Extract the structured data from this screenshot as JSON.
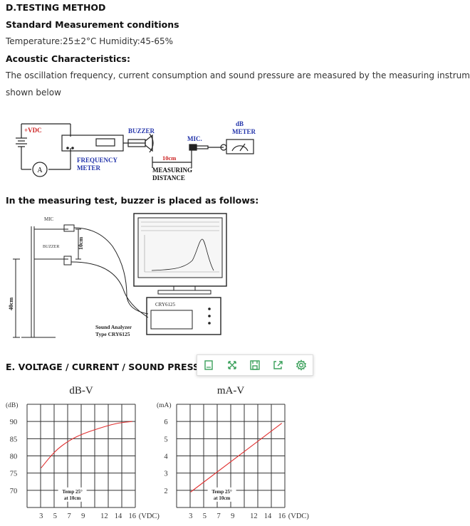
{
  "section_d": {
    "title": "D.TESTING METHOD",
    "subtitle": "Standard Measurement conditions",
    "conditions": "Temperature:25±2°C  Humidity:45-65%",
    "acoustic_title": "Acoustic Characteristics:",
    "paragraph_line1": "The oscillation frequency, current consumption and sound pressure are measured by the measuring instruments",
    "paragraph_line2": "shown below"
  },
  "diagram1": {
    "vdc": "+VDC",
    "ammeter": "A",
    "freq_meter_1": "FREQUENCY",
    "freq_meter_2": "METER",
    "buzzer": "BUZZER",
    "mic": "MIC.",
    "db": "dB",
    "meter": "METER",
    "distance_value": "10cm",
    "distance_label_1": "MEASURING",
    "distance_label_2": "DISTANCE"
  },
  "placement": {
    "title": "In the measuring test, buzzer is placed as follows:",
    "mic": "MIC",
    "buzzer": "BUZZER",
    "dist_10": "10cm",
    "dist_40": "40cm",
    "device": "CRY6125",
    "analyzer_1": "Sound Analyzer",
    "analyzer_2": "Type CRY6125"
  },
  "section_e": {
    "title": "E. VOLTAGE / CURRENT / SOUND PRESSURE"
  },
  "toolbar": {
    "icons": [
      "document-icon",
      "expand-icon",
      "save-icon",
      "share-icon",
      "settings-icon"
    ],
    "color": "#3aa05a"
  },
  "chart_data": [
    {
      "type": "line",
      "title": "dB-V",
      "ylabel": "(dB)",
      "xlabel": "(VDC)",
      "x_ticks": [
        "3",
        "5",
        "7",
        "9",
        "12",
        "14",
        "16"
      ],
      "y_ticks": [
        "90",
        "85",
        "80",
        "75",
        "70"
      ],
      "note_1": "Temp 25°",
      "note_2": "at 10cm",
      "color": "#e03030",
      "series": [
        {
          "x": [
            3,
            5,
            7,
            9,
            12,
            14,
            16
          ],
          "y": [
            76.5,
            81.5,
            84.5,
            86.5,
            88.5,
            89.6,
            90
          ]
        }
      ]
    },
    {
      "type": "line",
      "title": "mA-V",
      "ylabel": "(mA)",
      "xlabel": "(VDC)",
      "x_ticks": [
        "3",
        "5",
        "7",
        "9",
        "12",
        "14",
        "16"
      ],
      "y_ticks": [
        "6",
        "5",
        "4",
        "3",
        "2"
      ],
      "note_1": "Temp 25°",
      "note_2": "at 10cm",
      "color": "#e03030",
      "series": [
        {
          "x": [
            3,
            16
          ],
          "y": [
            1.9,
            5.9
          ]
        }
      ]
    }
  ]
}
